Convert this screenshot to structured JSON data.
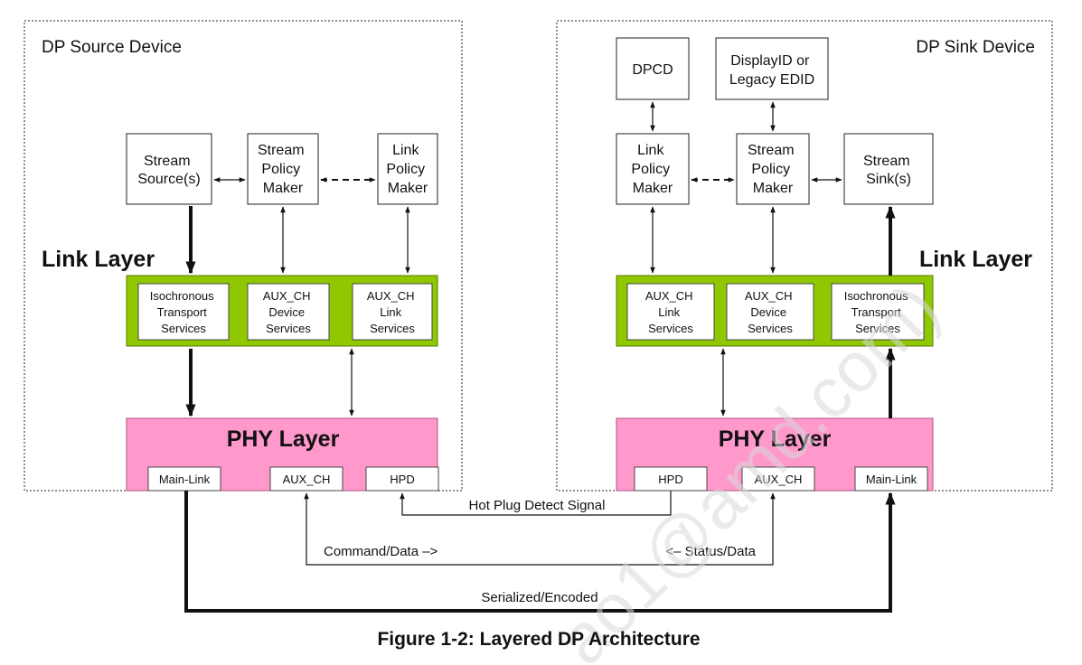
{
  "source": {
    "title": "DP Source Device",
    "link_layer_label": "Link Layer",
    "phy_layer_label": "PHY Layer",
    "boxes": {
      "stream_source": [
        "Stream",
        "Source(s)"
      ],
      "stream_policy_maker": [
        "Stream",
        "Policy",
        "Maker"
      ],
      "link_policy_maker": [
        "Link",
        "Policy",
        "Maker"
      ]
    },
    "services": {
      "isochronous": [
        "Isochronous",
        "Transport",
        "Services"
      ],
      "aux_device": [
        "AUX_CH",
        "Device",
        "Services"
      ],
      "aux_link": [
        "AUX_CH",
        "Link",
        "Services"
      ]
    },
    "ports": {
      "main_link": "Main-Link",
      "aux_ch": "AUX_CH",
      "hpd": "HPD"
    }
  },
  "sink": {
    "title": "DP Sink Device",
    "link_layer_label": "Link Layer",
    "phy_layer_label": "PHY Layer",
    "boxes": {
      "dpcd": [
        "DPCD"
      ],
      "displayid": [
        "DisplayID or",
        "Legacy EDID"
      ],
      "link_policy_maker": [
        "Link",
        "Policy",
        "Maker"
      ],
      "stream_policy_maker": [
        "Stream",
        "Policy",
        "Maker"
      ],
      "stream_sink": [
        "Stream",
        "Sink(s)"
      ]
    },
    "services": {
      "aux_link": [
        "AUX_CH",
        "Link",
        "Services"
      ],
      "aux_device": [
        "AUX_CH",
        "Device",
        "Services"
      ],
      "isochronous": [
        "Isochronous",
        "Transport",
        "Services"
      ]
    },
    "ports": {
      "hpd": "HPD",
      "aux_ch": "AUX_CH",
      "main_link": "Main-Link"
    }
  },
  "signals": {
    "hot_plug": "Hot Plug Detect Signal",
    "command_data": "Command/Data –>",
    "status_data": "<– Status/Data",
    "serialized": "Serialized/Encoded"
  },
  "caption": "Figure 1-2: Layered DP Architecture",
  "watermark": "ao1@amd.com)",
  "colors": {
    "link_layer_green": "#8fc800",
    "phy_layer_pink": "#ff99cc",
    "line": "#111111"
  }
}
